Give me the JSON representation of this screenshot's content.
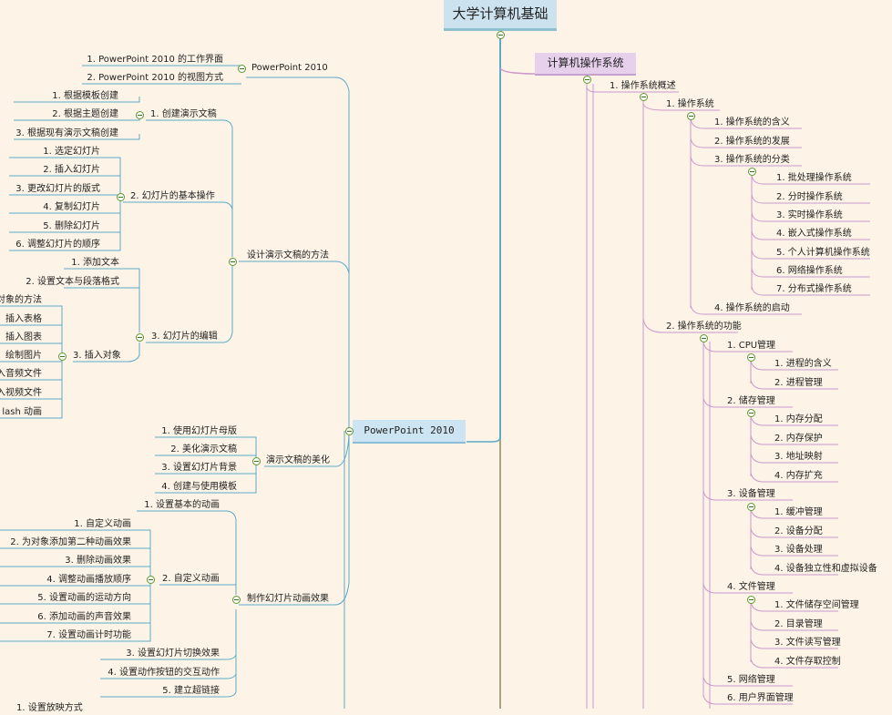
{
  "root": "大学计算机基础",
  "right": {
    "title": "计算机操作系统",
    "l1": "1. 操作系统概述",
    "l2a": "1. 操作系统",
    "os": [
      "1. 操作系统的含义",
      "2. 操作系统的发展",
      "3. 操作系统的分类",
      "4. 操作系统的启动"
    ],
    "cls": [
      "1. 批处理操作系统",
      "2. 分时操作系统",
      "3. 实时操作系统",
      "4. 嵌入式操作系统",
      "5. 个人计算机操作系统",
      "6. 网络操作系统",
      "7. 分布式操作系统"
    ],
    "l2b": "2. 操作系统的功能",
    "fn": [
      "1. CPU管理",
      "2. 储存管理",
      "3. 设备管理",
      "4. 文件管理",
      "5. 网络管理",
      "6. 用户界面管理"
    ],
    "cpu": [
      "1. 进程的含义",
      "2. 进程管理"
    ],
    "mem": [
      "1. 内存分配",
      "2. 内存保护",
      "3. 地址映射",
      "4. 内存扩充"
    ],
    "dev": [
      "1. 缓冲管理",
      "2. 设备分配",
      "3. 设备处理",
      "4. 设备独立性和虚拟设备"
    ],
    "file": [
      "1. 文件储存空间管理",
      "2. 目录管理",
      "3. 文件读写管理",
      "4. 文件存取控制"
    ]
  },
  "left": {
    "title": "PowerPoint 2010",
    "ppt": "PowerPoint 2010",
    "ppt_items": [
      "1. PowerPoint 2010 的工作界面",
      "2. PowerPoint 2010 的视图方式"
    ],
    "design": "设计演示文稿的方法",
    "create": "1. 创建演示文稿",
    "create_items": [
      "1. 根据模板创建",
      "2. 根据主题创建",
      "3. 根据现有演示文稿创建"
    ],
    "basic": "2. 幻灯片的基本操作",
    "basic_items": [
      "1. 选定幻灯片",
      "2. 插入幻灯片",
      "3. 更改幻灯片的版式",
      "4. 复制幻灯片",
      "5. 删除幻灯片",
      "6. 调整幻灯片的顺序"
    ],
    "edit": "3. 幻灯片的编辑",
    "edit_items": [
      "1. 添加文本",
      "2. 设置文本与段落格式"
    ],
    "obj": "3. 插入对象",
    "obj_items": [
      "对象的方法",
      "插入表格",
      "插入图表",
      "绘制图片",
      "入音频文件",
      "入视频文件",
      "lash 动画"
    ],
    "beauty": "演示文稿的美化",
    "beauty_items": [
      "1. 使用幻灯片母版",
      "2. 美化演示文稿",
      "3. 设置幻灯片背景",
      "4. 创建与使用模板"
    ],
    "anim": "制作幻灯片动画效果",
    "anim_first": "1. 设置基本的动画",
    "custom": "2. 自定义动画",
    "custom_items": [
      "1. 自定义动画",
      "2. 为对象添加第二种动画效果",
      "3. 删除动画效果",
      "4. 调整动画播放顺序",
      "5. 设置动画的运动方向",
      "6. 添加动画的声音效果",
      "7. 设置动画计时功能"
    ],
    "anim_rest": [
      "3. 设置幻灯片切换效果",
      "4. 设置动作按钮的交互动作",
      "5. 建立超链接"
    ],
    "bottom": "1. 设置放映方式"
  }
}
